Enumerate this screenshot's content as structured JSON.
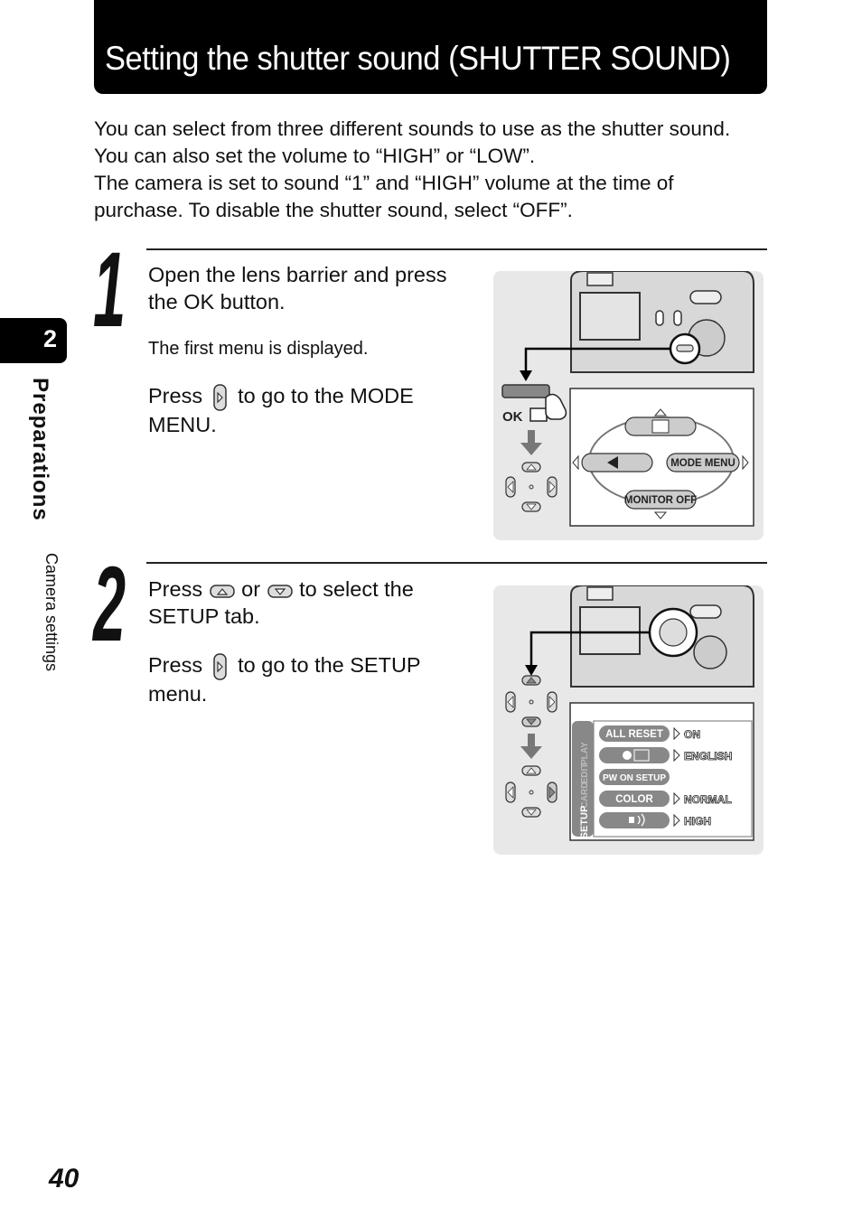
{
  "header": {
    "title": "Setting the shutter sound (SHUTTER SOUND)"
  },
  "intro": [
    "You can select from three different sounds to use as the shutter sound.",
    "You can also set the volume to “HIGH” or “LOW”.",
    "The camera is set to sound “1” and “HIGH” volume at the time of",
    "purchase. To disable the shutter sound, select “OFF”."
  ],
  "sidebar": {
    "chapter_number": "2",
    "chapter_title": "Preparations",
    "section": "Camera settings"
  },
  "step1": {
    "number": "1",
    "line1a": "Open the lens barrier and press",
    "line1b": "the OK button.",
    "note": "The first menu is displayed.",
    "press": "Press",
    "action_a": "to go to the MODE",
    "action_b": "MENU."
  },
  "step2": {
    "number": "2",
    "press": "Press",
    "or": "or",
    "select_a": "to select the",
    "select_b": "SETUP tab.",
    "press2": "Press",
    "goto_a": "to go to the SETUP",
    "goto_b": "menu."
  },
  "figure1": {
    "ok_label": "OK",
    "menu_mode": "MODE MENU",
    "menu_monitor": "MONITOR OFF"
  },
  "figure2": {
    "tabs": [
      "SETUP",
      "CARD",
      "EDIT",
      "PLAY"
    ],
    "rows": [
      {
        "label": "ALL RESET",
        "value": "ON"
      },
      {
        "label": "",
        "value": "ENGLISH"
      },
      {
        "label": "PW ON SETUP",
        "value": ""
      },
      {
        "label": "COLOR",
        "value": "NORMAL"
      },
      {
        "label": "",
        "value": "HIGH"
      }
    ]
  },
  "page": {
    "number": "40"
  }
}
